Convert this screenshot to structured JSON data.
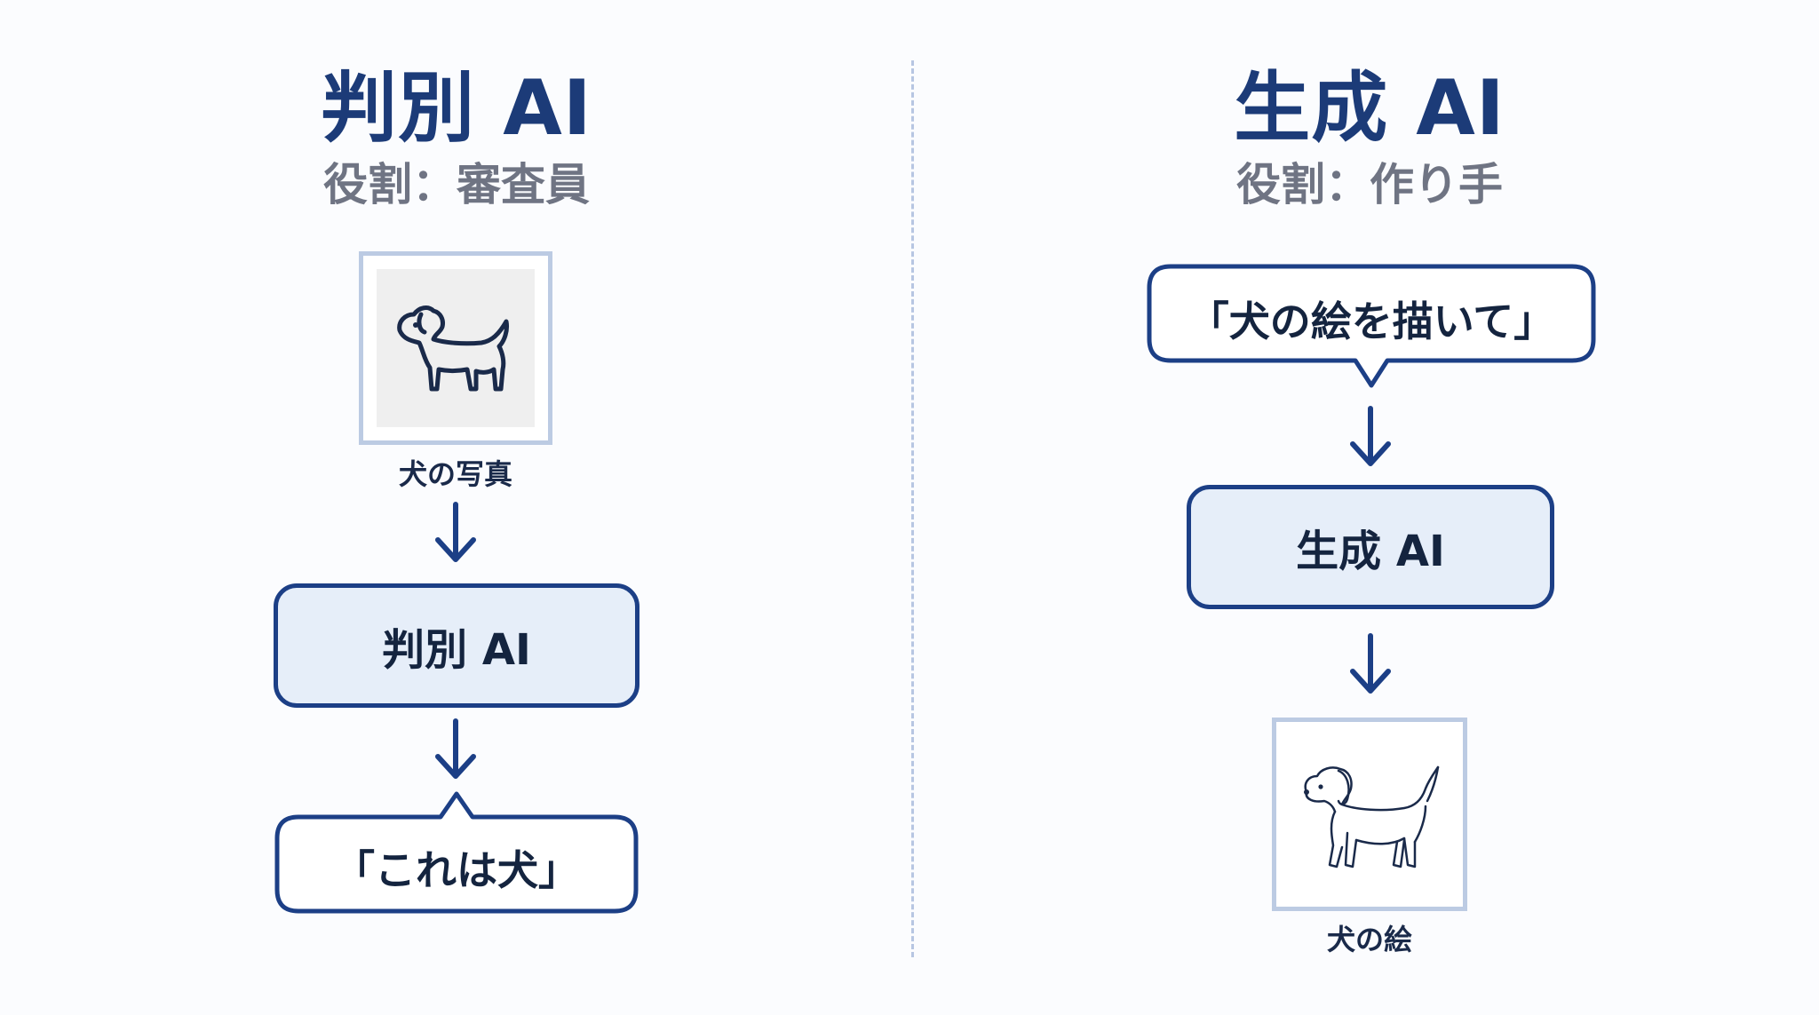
{
  "left": {
    "title": "判別 AI",
    "subtitle": "役割：審査員",
    "image_caption": "犬の写真",
    "image_icon": "dog-photo-icon",
    "process_label": "判別 AI",
    "output_text": "「これは犬」"
  },
  "right": {
    "title": "生成 AI",
    "subtitle": "役割：作り手",
    "prompt_text": "「犬の絵を描いて」",
    "process_label": "生成 AI",
    "image_caption": "犬の絵",
    "image_icon": "dog-drawing-icon"
  },
  "colors": {
    "accent": "#1c3f86",
    "title": "#1c3b78",
    "box_fill": "#e6eef9",
    "frame_border": "#bccbe3",
    "divider": "#b7c6e2",
    "subtitle": "#6f7483"
  }
}
